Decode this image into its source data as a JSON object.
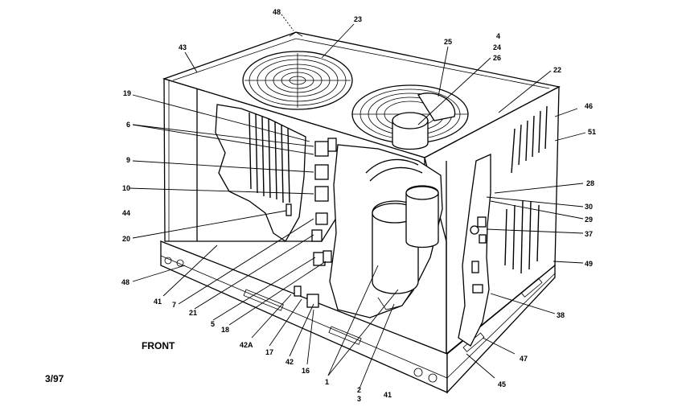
{
  "diagram": {
    "front_label": "FRONT",
    "date_code": "3/97",
    "callouts": [
      {
        "id": "c48a",
        "text": "48"
      },
      {
        "id": "c23",
        "text": "23"
      },
      {
        "id": "c43",
        "text": "43"
      },
      {
        "id": "c25a",
        "text": "25"
      },
      {
        "id": "c4",
        "text": "4"
      },
      {
        "id": "c24",
        "text": "24"
      },
      {
        "id": "c26",
        "text": "26"
      },
      {
        "id": "c22",
        "text": "22"
      },
      {
        "id": "c19",
        "text": "19"
      },
      {
        "id": "c46",
        "text": "46"
      },
      {
        "id": "c6",
        "text": "6"
      },
      {
        "id": "c51",
        "text": "51"
      },
      {
        "id": "c9",
        "text": "9"
      },
      {
        "id": "c28",
        "text": "28"
      },
      {
        "id": "c10",
        "text": "10"
      },
      {
        "id": "c30",
        "text": "30"
      },
      {
        "id": "c44",
        "text": "44"
      },
      {
        "id": "c29",
        "text": "29"
      },
      {
        "id": "c20",
        "text": "20"
      },
      {
        "id": "c37",
        "text": "37"
      },
      {
        "id": "c49",
        "text": "49"
      },
      {
        "id": "c48b",
        "text": "48"
      },
      {
        "id": "c41a",
        "text": "41"
      },
      {
        "id": "c7",
        "text": "7"
      },
      {
        "id": "c21",
        "text": "21"
      },
      {
        "id": "c5",
        "text": "5"
      },
      {
        "id": "c18",
        "text": "18"
      },
      {
        "id": "c38",
        "text": "38"
      },
      {
        "id": "c42A",
        "text": "42A"
      },
      {
        "id": "c17",
        "text": "17"
      },
      {
        "id": "c42",
        "text": "42"
      },
      {
        "id": "c16",
        "text": "16"
      },
      {
        "id": "c47",
        "text": "47"
      },
      {
        "id": "c1",
        "text": "1"
      },
      {
        "id": "c2",
        "text": "2"
      },
      {
        "id": "c3",
        "text": "3"
      },
      {
        "id": "c41b",
        "text": "41"
      },
      {
        "id": "c45",
        "text": "45"
      }
    ]
  }
}
